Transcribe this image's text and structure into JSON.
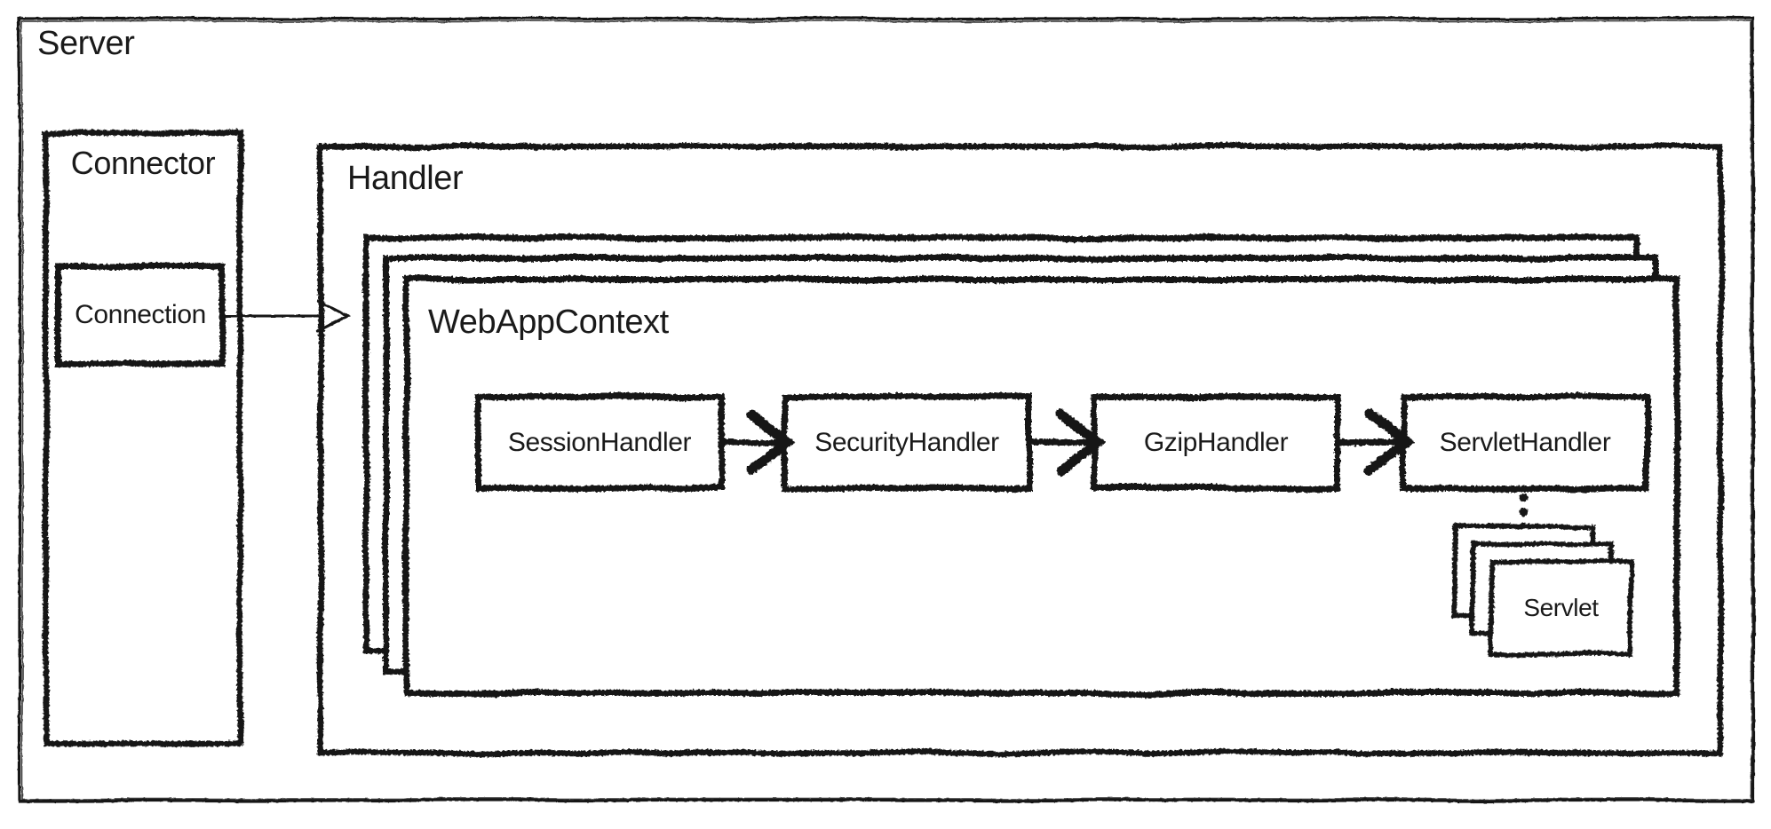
{
  "diagram": {
    "background_color": "#ffffff",
    "ink_color": "#161616",
    "server": {
      "label": "Server"
    },
    "connector": {
      "label": "Connector"
    },
    "connection": {
      "label": "Connection"
    },
    "handler": {
      "label": "Handler"
    },
    "webapp_context": {
      "label": "WebAppContext",
      "stack_count": 3
    },
    "handler_chain": [
      {
        "label": "SessionHandler"
      },
      {
        "label": "SecurityHandler"
      },
      {
        "label": "GzipHandler"
      },
      {
        "label": "ServletHandler"
      }
    ],
    "servlet": {
      "label": "Servlet",
      "stack_count": 3
    }
  }
}
